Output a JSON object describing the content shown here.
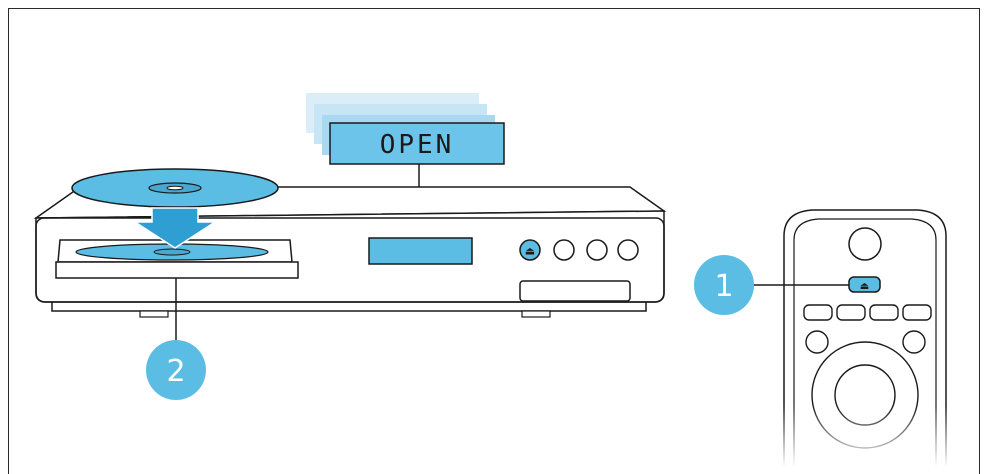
{
  "display": {
    "text": "OPEN"
  },
  "steps": [
    {
      "label": "1",
      "description": "press-eject-on-remote"
    },
    {
      "label": "2",
      "description": "insert-disc-into-tray"
    }
  ],
  "icons": {
    "eject": "eject-icon",
    "disc": "disc-icon",
    "arrow": "down-arrow-icon"
  },
  "colors": {
    "accent": "#5bbde4",
    "lcd": "#6cc4ea",
    "lcd_shadow": "#bfe3f4",
    "line": "#1a1a1a"
  }
}
